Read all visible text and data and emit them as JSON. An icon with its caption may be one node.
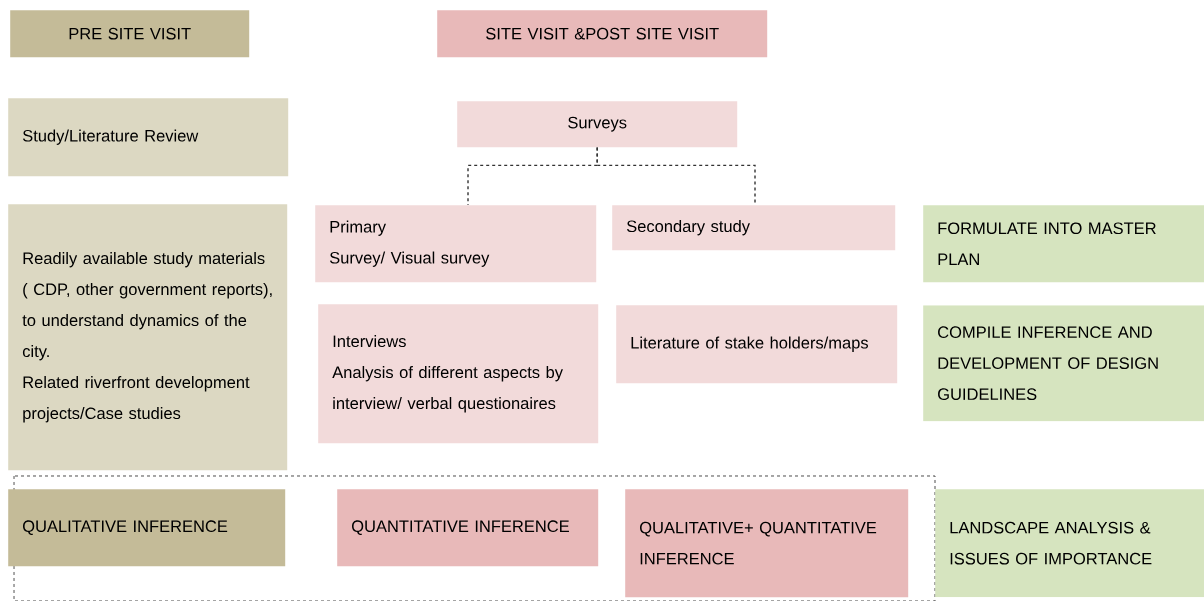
{
  "diagram": {
    "nodes": [
      {
        "text": [
          "PRE SITE VISIT"
        ]
      },
      {
        "text": [
          "SITE VISIT &POST SITE VISIT"
        ]
      },
      {
        "text": [
          "Study/Literature Review"
        ]
      },
      {
        "text": [
          "Surveys"
        ]
      },
      {
        "text": [
          "Readily available study materials ( CDP, other government reports), to understand dynamics of the city.",
          "Related riverfront development projects/Case studies"
        ]
      },
      {
        "text": [
          "Primary",
          "Survey/ Visual survey"
        ]
      },
      {
        "text": [
          "Secondary study"
        ]
      },
      {
        "text": [
          "FORMULATE INTO MASTER PLAN"
        ]
      },
      {
        "text": [
          "Interviews",
          "Analysis of different aspects by interview/ verbal questionaires"
        ]
      },
      {
        "text": [
          "Literature of stake holders/maps"
        ]
      },
      {
        "text": [
          "COMPILE INFERENCE AND DEVELOPMENT OF DESIGN GUIDELINES"
        ]
      },
      {
        "text": [
          "QUALITATIVE INFERENCE"
        ]
      },
      {
        "text": [
          "QUANTITATIVE INFERENCE"
        ]
      },
      {
        "text": [
          "QUALITATIVE+ QUANTITATIVE INFERENCE"
        ]
      },
      {
        "text": [
          "LANDSCAPE ANALYSIS & ISSUES OF IMPORTANCE"
        ]
      }
    ],
    "edges": [
      {
        "from": 3,
        "to": 5,
        "arrow": "none",
        "style": "dashed"
      },
      {
        "from": 3,
        "to": 6,
        "arrow": "none",
        "style": "dashed"
      }
    ]
  }
}
